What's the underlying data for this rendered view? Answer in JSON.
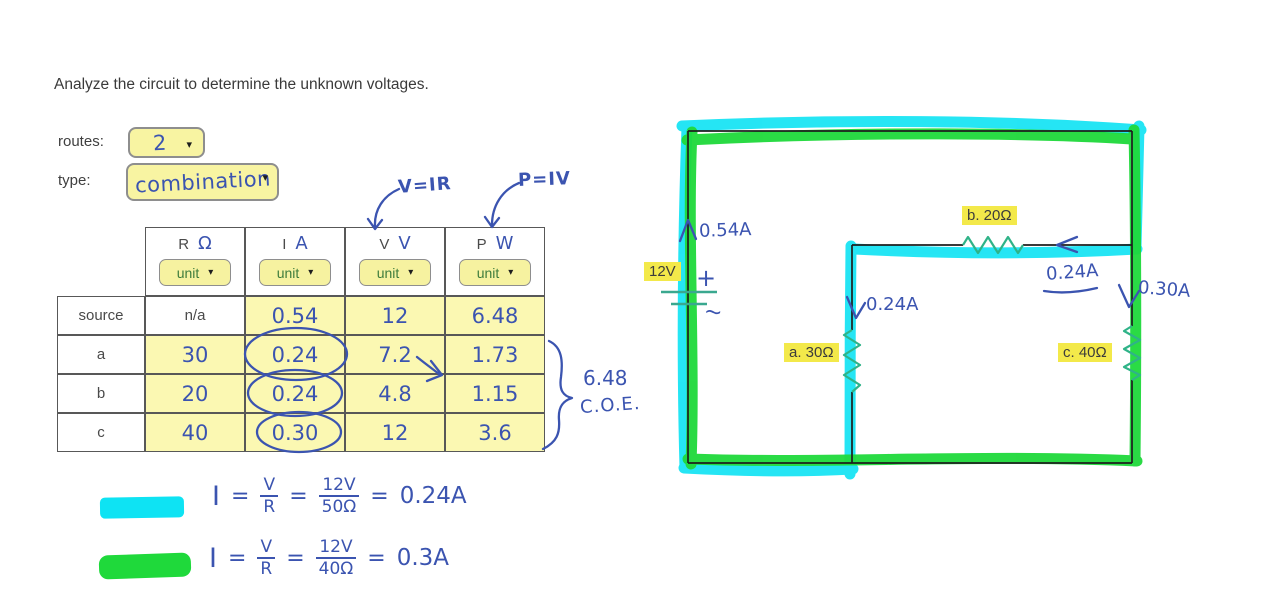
{
  "title": "Analyze the circuit to determine the unknown voltages.",
  "controls": {
    "routes_label": "routes:",
    "routes_value": "2",
    "type_label": "type:",
    "type_value": "combination"
  },
  "icons": {
    "dropdown_arrow": "▾"
  },
  "formulas": {
    "v_ir": "V=IR",
    "p_iv": "P=IV"
  },
  "table": {
    "unit_placeholder": "unit",
    "headers": [
      {
        "symbol": "R",
        "unit_hw": "Ω"
      },
      {
        "symbol": "I",
        "unit_hw": "A"
      },
      {
        "symbol": "V",
        "unit_hw": "V"
      },
      {
        "symbol": "P",
        "unit_hw": "W"
      }
    ],
    "rows": [
      {
        "label": "source",
        "r": "n/a",
        "i": "0.54",
        "v": "12",
        "p": "6.48"
      },
      {
        "label": "a",
        "r": "30",
        "i": "0.24",
        "v": "7.2",
        "p": "1.73"
      },
      {
        "label": "b",
        "r": "20",
        "i": "0.24",
        "v": "4.8",
        "p": "1.15"
      },
      {
        "label": "c",
        "r": "40",
        "i": "0.30",
        "v": "12",
        "p": "3.6"
      }
    ],
    "note_value": "6.48",
    "note_label": "C.O.E."
  },
  "circuit": {
    "source_label": "12V",
    "plus": "+",
    "minus": "~",
    "currents": {
      "source": "0.54A",
      "branch_b": "0.24A",
      "branch_a": "0.24A",
      "branch_c": "0.30A"
    },
    "resistors": {
      "a": "a. 30Ω",
      "b": "b. 20Ω",
      "c": "c. 40Ω"
    }
  },
  "equations": [
    {
      "lhs": "I",
      "eq": "=",
      "f1_num": "V",
      "f1_den": "R",
      "f2_num": "12V",
      "f2_den": "50Ω",
      "result": "0.24A"
    },
    {
      "lhs": "I",
      "eq": "=",
      "f1_num": "V",
      "f1_den": "R",
      "f2_num": "12V",
      "f2_den": "40Ω",
      "result": "0.3A"
    }
  ],
  "colors": {
    "marker_cyan": "#0ee3f3",
    "marker_green": "#1fd93b",
    "highlight_yellow": "#f3e94a",
    "cell_yellow": "#fbf8b2",
    "ink_blue": "#3b54b0",
    "resistor_teal": "#2fb388"
  }
}
